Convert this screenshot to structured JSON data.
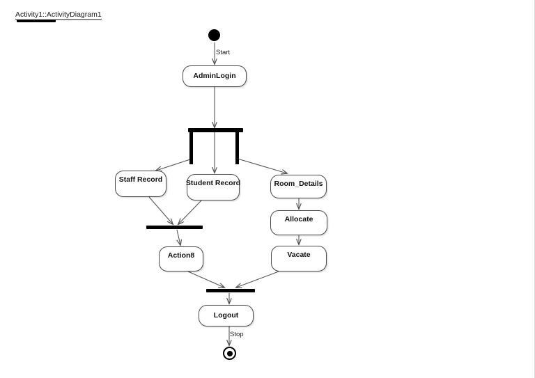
{
  "diagram": {
    "title": "Activity1::ActivityDiagram1",
    "colors": {
      "background": "#ffffff",
      "node_border": "#4a4a4a",
      "node_fill": "#ffffff",
      "edge": "#555555",
      "control_node": "#000000",
      "text": "#111111"
    },
    "nodes": [
      {
        "id": "start",
        "type": "initial-node",
        "label": ""
      },
      {
        "id": "admin_login",
        "type": "activity",
        "label": "AdminLogin"
      },
      {
        "id": "fork1",
        "type": "fork-bar",
        "label": ""
      },
      {
        "id": "staff_record",
        "type": "activity",
        "label": "Staff Record"
      },
      {
        "id": "student_record",
        "type": "activity",
        "label": "Student Record"
      },
      {
        "id": "room_details",
        "type": "activity",
        "label": "Room_Details"
      },
      {
        "id": "join1",
        "type": "join-bar",
        "label": ""
      },
      {
        "id": "action8",
        "type": "activity",
        "label": "Action8"
      },
      {
        "id": "allocate",
        "type": "activity",
        "label": "Allocate"
      },
      {
        "id": "vacate",
        "type": "activity",
        "label": "Vacate"
      },
      {
        "id": "join2",
        "type": "join-bar",
        "label": ""
      },
      {
        "id": "logout",
        "type": "activity",
        "label": "Logout"
      },
      {
        "id": "stop",
        "type": "final-node",
        "label": ""
      }
    ],
    "edge_labels": {
      "start_transition": "Start",
      "stop_transition": "Stop"
    },
    "edges": [
      {
        "from": "start",
        "to": "admin_login",
        "label": "Start"
      },
      {
        "from": "admin_login",
        "to": "fork1",
        "label": ""
      },
      {
        "from": "fork1",
        "to": "staff_record",
        "label": ""
      },
      {
        "from": "fork1",
        "to": "student_record",
        "label": ""
      },
      {
        "from": "fork1",
        "to": "room_details",
        "label": ""
      },
      {
        "from": "staff_record",
        "to": "join1",
        "label": ""
      },
      {
        "from": "student_record",
        "to": "join1",
        "label": ""
      },
      {
        "from": "join1",
        "to": "action8",
        "label": ""
      },
      {
        "from": "room_details",
        "to": "allocate",
        "label": ""
      },
      {
        "from": "allocate",
        "to": "vacate",
        "label": ""
      },
      {
        "from": "action8",
        "to": "join2",
        "label": ""
      },
      {
        "from": "vacate",
        "to": "join2",
        "label": ""
      },
      {
        "from": "join2",
        "to": "logout",
        "label": ""
      },
      {
        "from": "logout",
        "to": "stop",
        "label": "Stop"
      }
    ]
  }
}
